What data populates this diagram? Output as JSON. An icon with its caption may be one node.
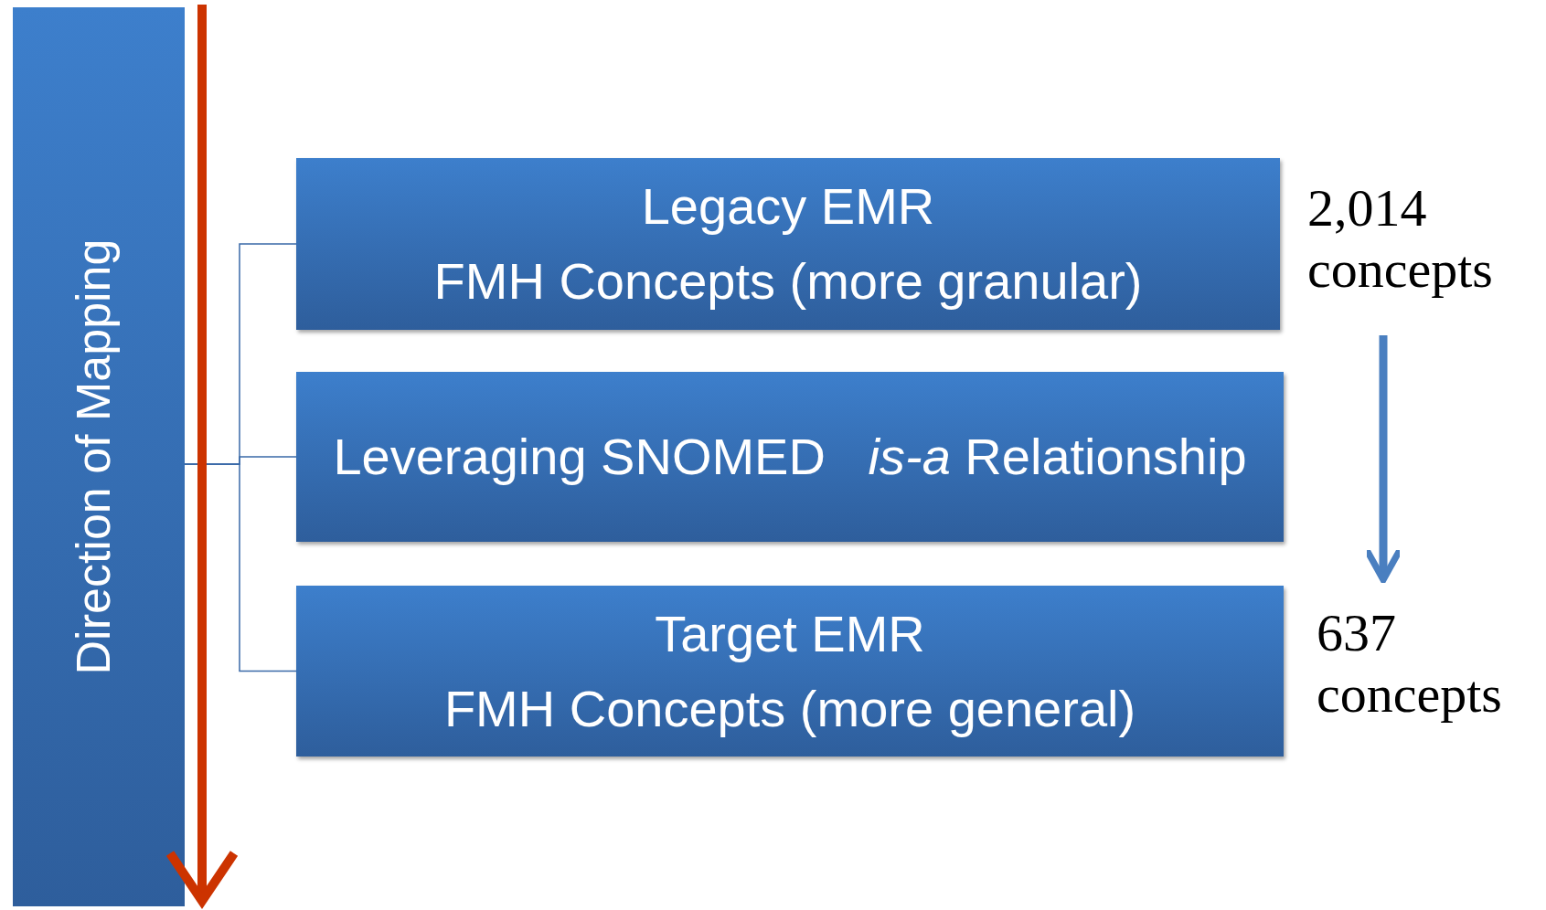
{
  "diagram": {
    "nodes": [
      {
        "text": [
          "Direction of Mapping"
        ]
      },
      {
        "text": [
          "Legacy EMR",
          "FMH Concepts (more granular)"
        ]
      },
      {
        "text": [
          "Leveraging SNOMED   *is-a* Relationship"
        ]
      },
      {
        "text": [
          "Target EMR",
          "FMH Concepts (more general)"
        ]
      },
      {
        "text": [
          "2,014 concepts"
        ]
      },
      {
        "text": [
          "637 concepts"
        ]
      }
    ],
    "edges": [
      {
        "from": 0,
        "to": 1,
        "arrow": "none"
      },
      {
        "from": 0,
        "to": 2,
        "arrow": "none"
      },
      {
        "from": 0,
        "to": 3,
        "arrow": "none"
      },
      {
        "from": 4,
        "to": 5,
        "arrow": "to",
        "color": "#4a7fc0",
        "style": "thick"
      }
    ]
  }
}
